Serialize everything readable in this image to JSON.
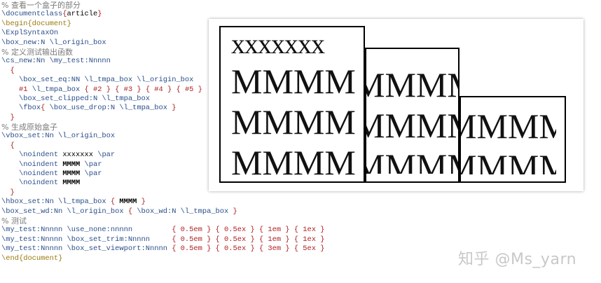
{
  "editor": {
    "lines": {
      "l1": "% 查看一个盒子的部分",
      "l2_cs": "\\documentclass",
      "l2_arg": "article",
      "l3_cs": "\\begin",
      "l3_arg": "document",
      "l4": "\\ExplSyntaxOn",
      "l5_cs": "\\box_new:N \\l_origin_box",
      "l6": "% 定义测试输出函数",
      "l7": "\\cs_new:Nn \\my_test:Nnnnn",
      "l8": "{",
      "l9": "\\box_set_eq:NN \\l_tmpa_box \\l_origin_box",
      "l10_a": "#1",
      "l10_b": "\\l_tmpa_box",
      "l10_c": "{ #2 } { #3 } { #4 } { #5 }",
      "l11": "\\box_set_clipped:N \\l_tmpa_box",
      "l12_a": "\\fbox",
      "l12_b": "{ ",
      "l12_c": "\\box_use_drop:N \\l_tmpa_box",
      "l12_d": " }",
      "l13": "}",
      "l14": "% 生成原始盒子",
      "l15": "\\vbox_set:Nn \\l_origin_box",
      "l16": "{",
      "l17_a": "\\noindent",
      "l17_b": " xxxxxxx ",
      "l17_c": "\\par",
      "l18_a": "\\noindent",
      "l18_b": " MMMM ",
      "l18_c": "\\par",
      "l19_a": "\\noindent",
      "l19_b": " MMMM ",
      "l19_c": "\\par",
      "l20_a": "\\noindent",
      "l20_b": " MMMM",
      "l21": "}",
      "l22_a": "\\hbox_set:Nn \\l_tmpa_box",
      "l22_b": " { ",
      "l22_c": "MMMM",
      "l22_d": " }",
      "l23_a": "\\box_set_wd:Nn \\l_origin_box",
      "l23_b": " { ",
      "l23_c": "\\box_wd:N \\l_tmpa_box",
      "l23_d": " }",
      "l24": "% 测试",
      "l25_a": "\\my_test:Nnnnn \\use_none:nnnnn",
      "l25_pad": "         ",
      "l25_args": "{ 0.5em } { 0.5ex } { 1em } { 1ex }",
      "l26_a": "\\my_test:Nnnnn \\box_set_trim:Nnnnn",
      "l26_pad": "     ",
      "l26_args": "{ 0.5em } { 0.5ex } { 1em } { 1ex }",
      "l27_a": "\\my_test:Nnnnn \\box_set_viewport:Nnnnn",
      "l27_pad": " ",
      "l27_args": "{ 0.5em } { 0.5ex } { 3em } { 5ex }",
      "l28_cs": "\\end",
      "l28_arg": "document"
    }
  },
  "preview": {
    "box1": {
      "rows": [
        "xxxxxxx",
        "MMMM",
        "MMMM",
        "MMMM"
      ]
    },
    "box2": {
      "rows": [
        "MMMM",
        "MMMM",
        "MMMM"
      ]
    },
    "box3": {
      "rows": [
        "MMMM",
        "MMMM"
      ]
    }
  },
  "watermark": {
    "text": "知乎 @Ms_yarn"
  },
  "colors": {
    "comment": "#7a7a7a",
    "control_sequence": "#2b4f8a",
    "brace": "#b02020",
    "environment": "#9a7a10"
  }
}
